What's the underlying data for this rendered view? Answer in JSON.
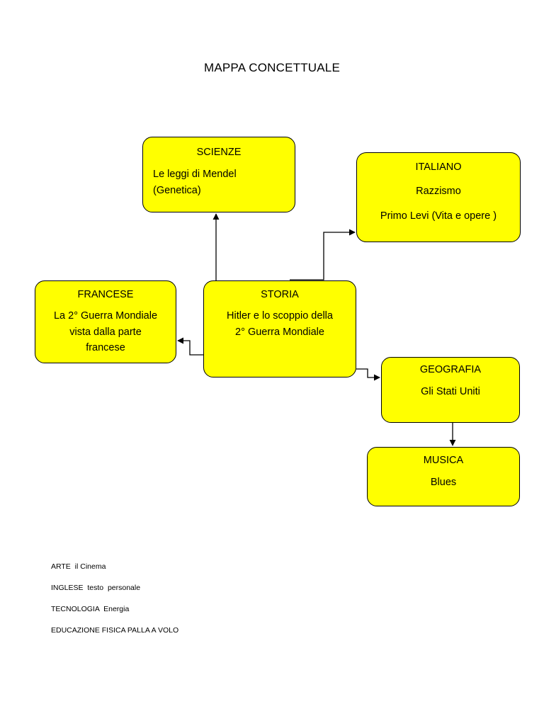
{
  "title": "MAPPA CONCETTUALE",
  "nodes": {
    "scienze": {
      "heading": "SCIENZE",
      "lines": [
        "Le  leggi di Mendel",
        "(Genetica)"
      ]
    },
    "italiano": {
      "heading": "ITALIANO",
      "lines": [
        "Razzismo",
        "Primo Levi (Vita e opere )"
      ]
    },
    "francese": {
      "heading": "FRANCESE",
      "lines": [
        "La 2° Guerra Mondiale",
        "vista dalla parte",
        "francese"
      ]
    },
    "storia": {
      "heading": "STORIA",
      "lines": [
        "Hitler e lo scoppio della",
        "2° Guerra Mondiale"
      ]
    },
    "geografia": {
      "heading": "GEOGRAFIA",
      "lines": [
        "Gli Stati Uniti"
      ]
    },
    "musica": {
      "heading": "MUSICA",
      "lines": [
        "Blues"
      ]
    }
  },
  "edges": [
    {
      "from": "storia",
      "to": "scienze"
    },
    {
      "from": "storia",
      "to": "italiano"
    },
    {
      "from": "storia",
      "to": "francese"
    },
    {
      "from": "storia",
      "to": "geografia"
    },
    {
      "from": "geografia",
      "to": "musica"
    }
  ],
  "notes": [
    "ARTE  il Cinema",
    "INGLESE  testo  personale",
    "TECNOLOGIA  Energia",
    "EDUCAZIONE FISICA PALLA A VOLO"
  ],
  "colors": {
    "box_fill": "#ffff00",
    "stroke": "#000000"
  }
}
